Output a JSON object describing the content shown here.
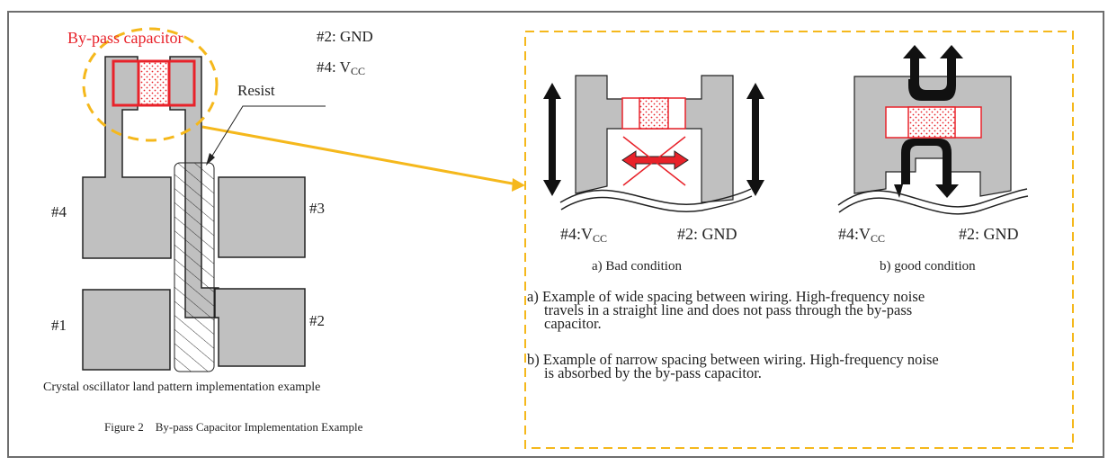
{
  "figure": {
    "caption": "Figure 2    By-pass Capacitor Implementation Example"
  },
  "left_panel": {
    "bypass_label": "By-pass capacitor",
    "legend": {
      "gnd": "#2: GND",
      "vcc_prefix": "#4: V",
      "vcc_sub": "CC"
    },
    "resist_label": "Resist",
    "pins": {
      "p1": "#1",
      "p2": "#2",
      "p3": "#3",
      "p4": "#4"
    },
    "caption": "Crystal oscillator land pattern implementation example"
  },
  "right_panel": {
    "bad": {
      "vcc_prefix": "#4:V",
      "vcc_sub": "CC",
      "gnd": "#2: GND",
      "title": "a) Bad condition"
    },
    "good": {
      "vcc_prefix": "#4:V",
      "vcc_sub": "CC",
      "gnd": "#2: GND",
      "title": "b) good condition"
    },
    "notes": {
      "a_line1": "a) Example of wide spacing between wiring. High-frequency noise",
      "a_line2": "travels in a straight line and does not pass through the by-pass",
      "a_line3": "capacitor.",
      "b_line1": "b) Example of narrow spacing between wiring. High-frequency noise",
      "b_line2": "is absorbed by the by-pass capacitor."
    }
  },
  "colors": {
    "accent_red": "#e8222a",
    "highlight_orange": "#f5b81c",
    "pad_gray": "#c0c0c0",
    "frame_gray": "#6e6e6e"
  }
}
